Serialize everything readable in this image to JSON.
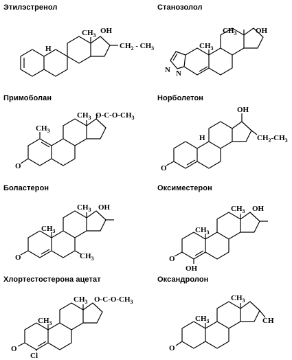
{
  "compounds": [
    {
      "name": "Этилэстренол",
      "atoms": {
        "h_label": "H",
        "methyl": "CH",
        "methyl_sub": "3",
        "oh": "OH",
        "side": "CH",
        "side_sub1": "2",
        "side_dash": " - ",
        "side_end": "CH",
        "side_sub2": "3"
      }
    },
    {
      "name": "Станозолол",
      "atoms": {
        "methyl_top": "CH",
        "methyl_top_sub": "3",
        "oh": "OH",
        "methyl_mid": "CH",
        "methyl_mid_sub": "3",
        "pyrazole_n": "N",
        "pyrazole_n2": "N"
      }
    },
    {
      "name": "Примоболан",
      "atoms": {
        "methyl_top": "CH",
        "methyl_top_sub": "3",
        "ester": "O-C-O-CH",
        "ester_sub": "3",
        "methyl_a": "CH",
        "methyl_a_sub": "3",
        "oxo": "O"
      }
    },
    {
      "name": "Норболетон",
      "atoms": {
        "oh": "OH",
        "h_label": "H",
        "side": "CH",
        "side_sub1": "2",
        "side_end": "-CH",
        "side_sub2": "3",
        "oxo": "O"
      }
    },
    {
      "name": "Боластерон",
      "atoms": {
        "methyl_top": "CH",
        "methyl_top_sub": "3",
        "oh": "OH",
        "methyl_mid": "CH",
        "methyl_mid_sub": "3",
        "methyl_b": "CH",
        "methyl_b_sub": "3",
        "oxo": "O"
      }
    },
    {
      "name": "Оксиместерон",
      "atoms": {
        "methyl_top": "CH",
        "methyl_top_sub": "3",
        "oh": "OH",
        "methyl_mid": "CH",
        "methyl_mid_sub": "3",
        "oxo": "O",
        "oh_4": "OH"
      }
    },
    {
      "name": "Хлортестостерона ацетат",
      "atoms": {
        "methyl_top": "CH",
        "methyl_top_sub": "3",
        "ester": "O-C-O-CH",
        "ester_sub": "3",
        "methyl_mid": "CH",
        "methyl_mid_sub": "3",
        "oxo": "O",
        "cl": "Cl"
      }
    },
    {
      "name": "Оксандролон",
      "atoms": {
        "methyl_top": "CH",
        "methyl_top_sub": "3",
        "methyl_mid": "CH",
        "methyl_mid_sub": "3",
        "ch_right": "CH",
        "oxo": "O"
      }
    }
  ]
}
